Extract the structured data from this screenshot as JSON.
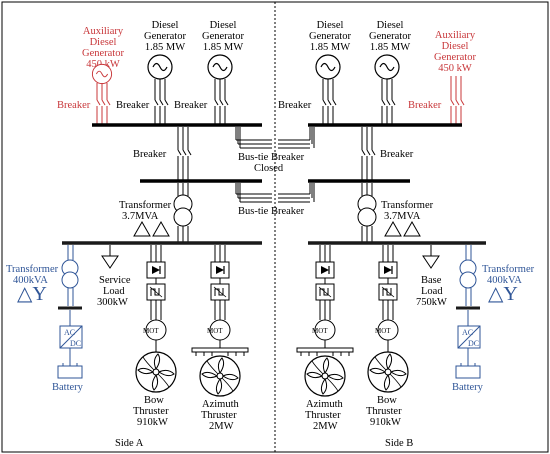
{
  "diagram": {
    "side_a": {
      "label": "Side A",
      "aux_generator": {
        "line1": "Auxiliary",
        "line2": "Diesel",
        "line3": "Generator",
        "rating": "450 kW",
        "breaker": "Breaker"
      },
      "diesel_generators": [
        {
          "line1": "Diesel",
          "line2": "Generator",
          "rating": "1.85 MW"
        },
        {
          "line1": "Diesel",
          "line2": "Generator",
          "rating": "1.85 MW"
        }
      ],
      "gen_breakers": [
        "Breaker",
        "Breaker"
      ],
      "bus_breaker": "Breaker",
      "transformer_main": {
        "line1": "Transformer",
        "rating": "3.7MVA"
      },
      "transformer_aux": {
        "line1": "Transformer",
        "rating": "400kVA",
        "symbol": "△Y"
      },
      "acdc": {
        "top": "AC",
        "bottom": "DC"
      },
      "battery": "Battery",
      "service_load": {
        "line1": "Service",
        "line2": "Load",
        "rating": "300kW"
      },
      "motor_label": "MOT",
      "bow_thruster": {
        "line1": "Bow",
        "line2": "Thruster",
        "rating": "910kW"
      },
      "azimuth_thruster": {
        "line1": "Azimuth",
        "line2": "Thruster",
        "rating": "2MW"
      }
    },
    "side_b": {
      "label": "Side B",
      "aux_generator": {
        "line1": "Auxiliary",
        "line2": "Diesel",
        "line3": "Generator",
        "rating": "450 kW",
        "breaker": "Breaker"
      },
      "diesel_generators": [
        {
          "line1": "Diesel",
          "line2": "Generator",
          "rating": "1.85 MW"
        },
        {
          "line1": "Diesel",
          "line2": "Generator",
          "rating": "1.85 MW"
        }
      ],
      "gen_breaker": "Breaker",
      "bus_breaker": "Breaker",
      "transformer_main": {
        "line1": "Transformer",
        "rating": "3.7MVA"
      },
      "transformer_aux": {
        "line1": "Transformer",
        "rating": "400kVA",
        "symbol": "△Y"
      },
      "acdc": {
        "top": "AC",
        "bottom": "DC"
      },
      "battery": "Battery",
      "base_load": {
        "line1": "Base",
        "line2": "Load",
        "rating": "750kW"
      },
      "motor_label": "MOT",
      "azimuth_thruster": {
        "line1": "Azimuth",
        "line2": "Thruster",
        "rating": "2MW"
      },
      "bow_thruster": {
        "line1": "Bow",
        "line2": "Thruster",
        "rating": "910kW"
      }
    },
    "bus_tie_upper": {
      "line1": "Bus-tie Breaker",
      "line2": "Closed"
    },
    "bus_tie_lower": {
      "line1": "Bus-tie Breaker"
    },
    "colors": {
      "line": "#000000",
      "aux": "#c8373a",
      "storage": "#2f5597"
    }
  }
}
